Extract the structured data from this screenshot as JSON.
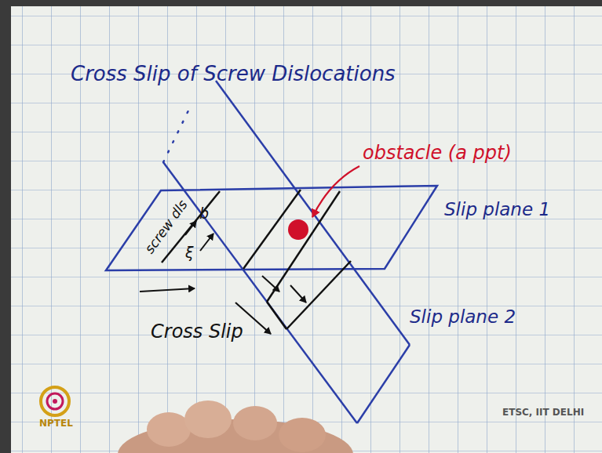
{
  "diagram": {
    "title": "Cross Slip of Screw Dislocations",
    "labels": [
      "obstacle (a ppt)",
      "Slip plane 1",
      "Slip plane 2",
      "screw dls",
      "b",
      "ξ",
      "Cross Slip",
      "ETSC, IIT DELHI",
      "NPTEL"
    ]
  }
}
